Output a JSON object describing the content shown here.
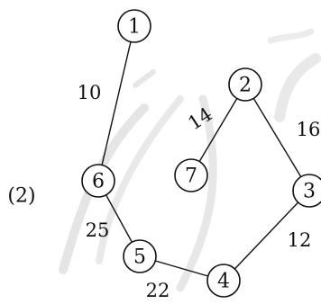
{
  "caption": "(2)",
  "nodes": [
    {
      "id": "1",
      "label": "1"
    },
    {
      "id": "2",
      "label": "2"
    },
    {
      "id": "3",
      "label": "3"
    },
    {
      "id": "4",
      "label": "4"
    },
    {
      "id": "5",
      "label": "5"
    },
    {
      "id": "6",
      "label": "6"
    },
    {
      "id": "7",
      "label": "7"
    }
  ],
  "edges": [
    {
      "from": "1",
      "to": "6",
      "weight": "10"
    },
    {
      "from": "6",
      "to": "5",
      "weight": "25"
    },
    {
      "from": "5",
      "to": "4",
      "weight": "22"
    },
    {
      "from": "4",
      "to": "3",
      "weight": "12"
    },
    {
      "from": "3",
      "to": "2",
      "weight": "16"
    },
    {
      "from": "2",
      "to": "7",
      "weight": "14"
    }
  ]
}
